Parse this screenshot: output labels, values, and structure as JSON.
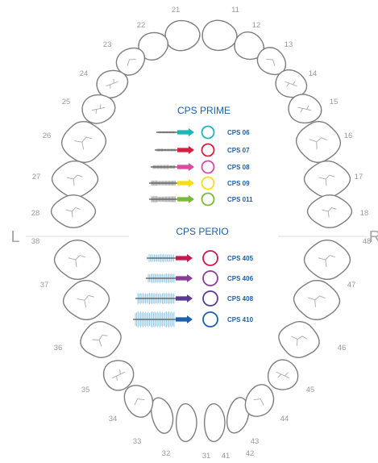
{
  "side_labels": {
    "left": "L",
    "right": "R"
  },
  "sections": {
    "prime": {
      "title": "CPS PRIME",
      "items": [
        {
          "code": "CPS 06",
          "color": "#1eb5b8"
        },
        {
          "code": "CPS 07",
          "color": "#d71f3e"
        },
        {
          "code": "CPS 08",
          "color": "#d84aa3"
        },
        {
          "code": "CPS 09",
          "color": "#f5dd1a"
        },
        {
          "code": "CPS 011",
          "color": "#7ab83a"
        }
      ]
    },
    "perio": {
      "title": "CPS PERIO",
      "items": [
        {
          "code": "CPS 405",
          "color": "#c8194f"
        },
        {
          "code": "CPS 406",
          "color": "#8a3c96"
        },
        {
          "code": "CPS 408",
          "color": "#5b3a93"
        },
        {
          "code": "CPS 410",
          "color": "#1d5fa8"
        }
      ]
    }
  },
  "upper_teeth": [
    "21",
    "11",
    "22",
    "12",
    "23",
    "13",
    "24",
    "14",
    "25",
    "15",
    "26",
    "16",
    "27",
    "17",
    "28",
    "18"
  ],
  "lower_teeth": [
    "31",
    "41",
    "32",
    "42",
    "33",
    "43",
    "34",
    "44",
    "35",
    "45",
    "36",
    "46",
    "37",
    "47",
    "38",
    "48"
  ]
}
